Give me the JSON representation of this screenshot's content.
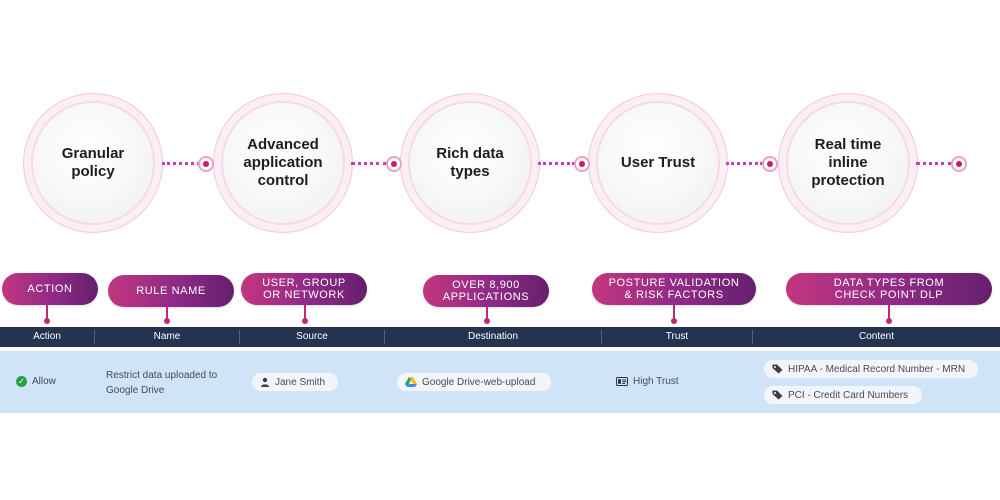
{
  "steps": [
    {
      "label": "Granular\npolicy"
    },
    {
      "label": "Advanced\napplication\ncontrol"
    },
    {
      "label": "Rich data\ntypes"
    },
    {
      "label": "User Trust"
    },
    {
      "label": "Real time\ninline\nprotection"
    }
  ],
  "callouts": [
    {
      "label": "ACTION"
    },
    {
      "label": "RULE NAME"
    },
    {
      "label": "USER, GROUP\nOR NETWORK"
    },
    {
      "label": "OVER 8,900\nAPPLICATIONS"
    },
    {
      "label": "POSTURE VALIDATION\n& RISK FACTORS"
    },
    {
      "label": "DATA TYPES FROM\nCHECK POINT DLP"
    }
  ],
  "table": {
    "columns": [
      "Action",
      "Name",
      "Source",
      "Destination",
      "Trust",
      "Content"
    ],
    "row": {
      "action": "Allow",
      "name": "Restrict data uploaded to\nGoogle Drive",
      "source": "Jane Smith",
      "destination": "Google Drive-web-upload",
      "trust": "High Trust",
      "content": [
        "HIPAA - Medical Record Number - MRN",
        "PCI - Credit Card Numbers"
      ]
    }
  },
  "colors": {
    "accent": "#d01466",
    "pill_gradient_start": "#c2367f",
    "pill_gradient_end": "#661f6d",
    "header_bg": "#263350",
    "row_bg": "#cfe4f6",
    "allow_green": "#2e9e44"
  },
  "icons": {
    "action": "allow-check-icon",
    "source": "user-icon",
    "destination": "google-drive-icon",
    "trust": "id-card-icon",
    "content": "tag-icon"
  }
}
